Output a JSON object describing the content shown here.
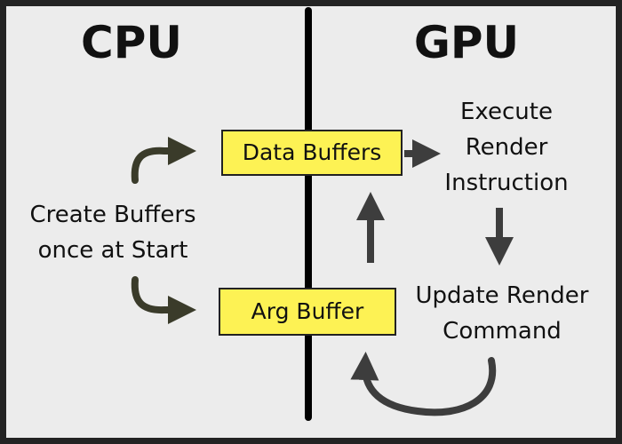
{
  "headings": {
    "cpu": "CPU",
    "gpu": "GPU"
  },
  "cpu_side": {
    "create_label": "Create Buffers\nonce at Start"
  },
  "boxes": {
    "data_buffers": "Data Buffers",
    "arg_buffer": "Arg Buffer"
  },
  "gpu_side": {
    "execute_label": "Execute\nRender\nInstruction",
    "update_label": "Update Render\nCommand"
  },
  "colors": {
    "frame": "#232323",
    "background": "#ececec",
    "box_fill": "#fdf254",
    "cpu_arrow": "#3a3b2a",
    "gpu_arrow": "#3d3d3d",
    "divider": "#000000"
  }
}
